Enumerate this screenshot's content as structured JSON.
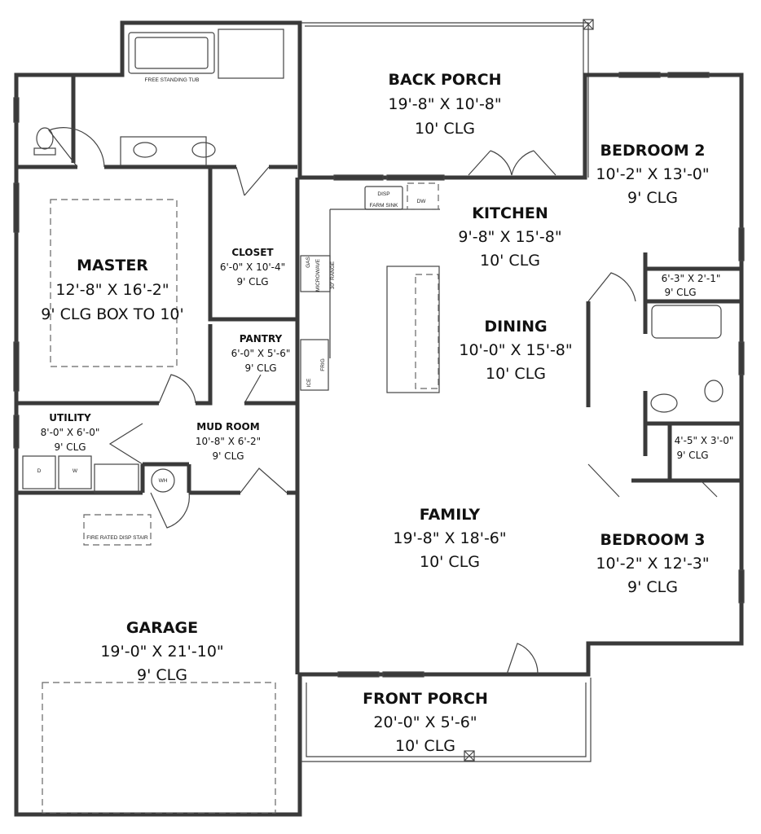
{
  "plan": {
    "rooms": {
      "back_porch": {
        "name": "BACK PORCH",
        "size": "19'-8\" X 10'-8\"",
        "ceiling": "10' CLG"
      },
      "master": {
        "name": "MASTER",
        "size": "12'-8\" X 16'-2\"",
        "ceiling": "9' CLG BOX TO 10'"
      },
      "closet": {
        "name": "CLOSET",
        "size": "6'-0\" X 10'-4\"",
        "ceiling": "9' CLG"
      },
      "pantry": {
        "name": "PANTRY",
        "size": "6'-0\" X 5'-6\"",
        "ceiling": "9' CLG"
      },
      "kitchen": {
        "name": "KITCHEN",
        "size": "9'-8\" X 15'-8\"",
        "ceiling": "10' CLG"
      },
      "dining": {
        "name": "DINING",
        "size": "10'-0\" X 15'-8\"",
        "ceiling": "10' CLG"
      },
      "bedroom2": {
        "name": "BEDROOM 2",
        "size": "10'-2\" X 13'-0\"",
        "ceiling": "9' CLG"
      },
      "linen1": {
        "size": "6'-3\" X 2'-1\"",
        "ceiling": "9' CLG"
      },
      "linen2": {
        "size": "4'-5\" X 3'-0\"",
        "ceiling": "9' CLG"
      },
      "utility": {
        "name": "UTILITY",
        "size": "8'-0\" X 6'-0\"",
        "ceiling": "9' CLG"
      },
      "mud_room": {
        "name": "MUD ROOM",
        "size": "10'-8\" X 6'-2\"",
        "ceiling": "9' CLG"
      },
      "family": {
        "name": "FAMILY",
        "size": "19'-8\" X 18'-6\"",
        "ceiling": "10' CLG"
      },
      "bedroom3": {
        "name": "BEDROOM 3",
        "size": "10'-2\" X 12'-3\"",
        "ceiling": "9' CLG"
      },
      "garage": {
        "name": "GARAGE",
        "size": "19'-0\" X 21'-10\"",
        "ceiling": "9' CLG"
      },
      "front_porch": {
        "name": "FRONT PORCH",
        "size": "20'-0\" X 5'-6\"",
        "ceiling": "10' CLG"
      }
    },
    "fixtures": {
      "tub": "FREE STANDING TUB",
      "disp": "DISP",
      "sink": "FARM SINK",
      "dw": "DW",
      "gas": "GAS",
      "microwave": "MICROWAVE",
      "range": "30\" RANGE",
      "frig": "FRIG",
      "ice": "ICE",
      "dryer": "D",
      "washer": "W",
      "water_heater": "WH",
      "stair": "FIRE RATED DISP STAIR"
    }
  }
}
